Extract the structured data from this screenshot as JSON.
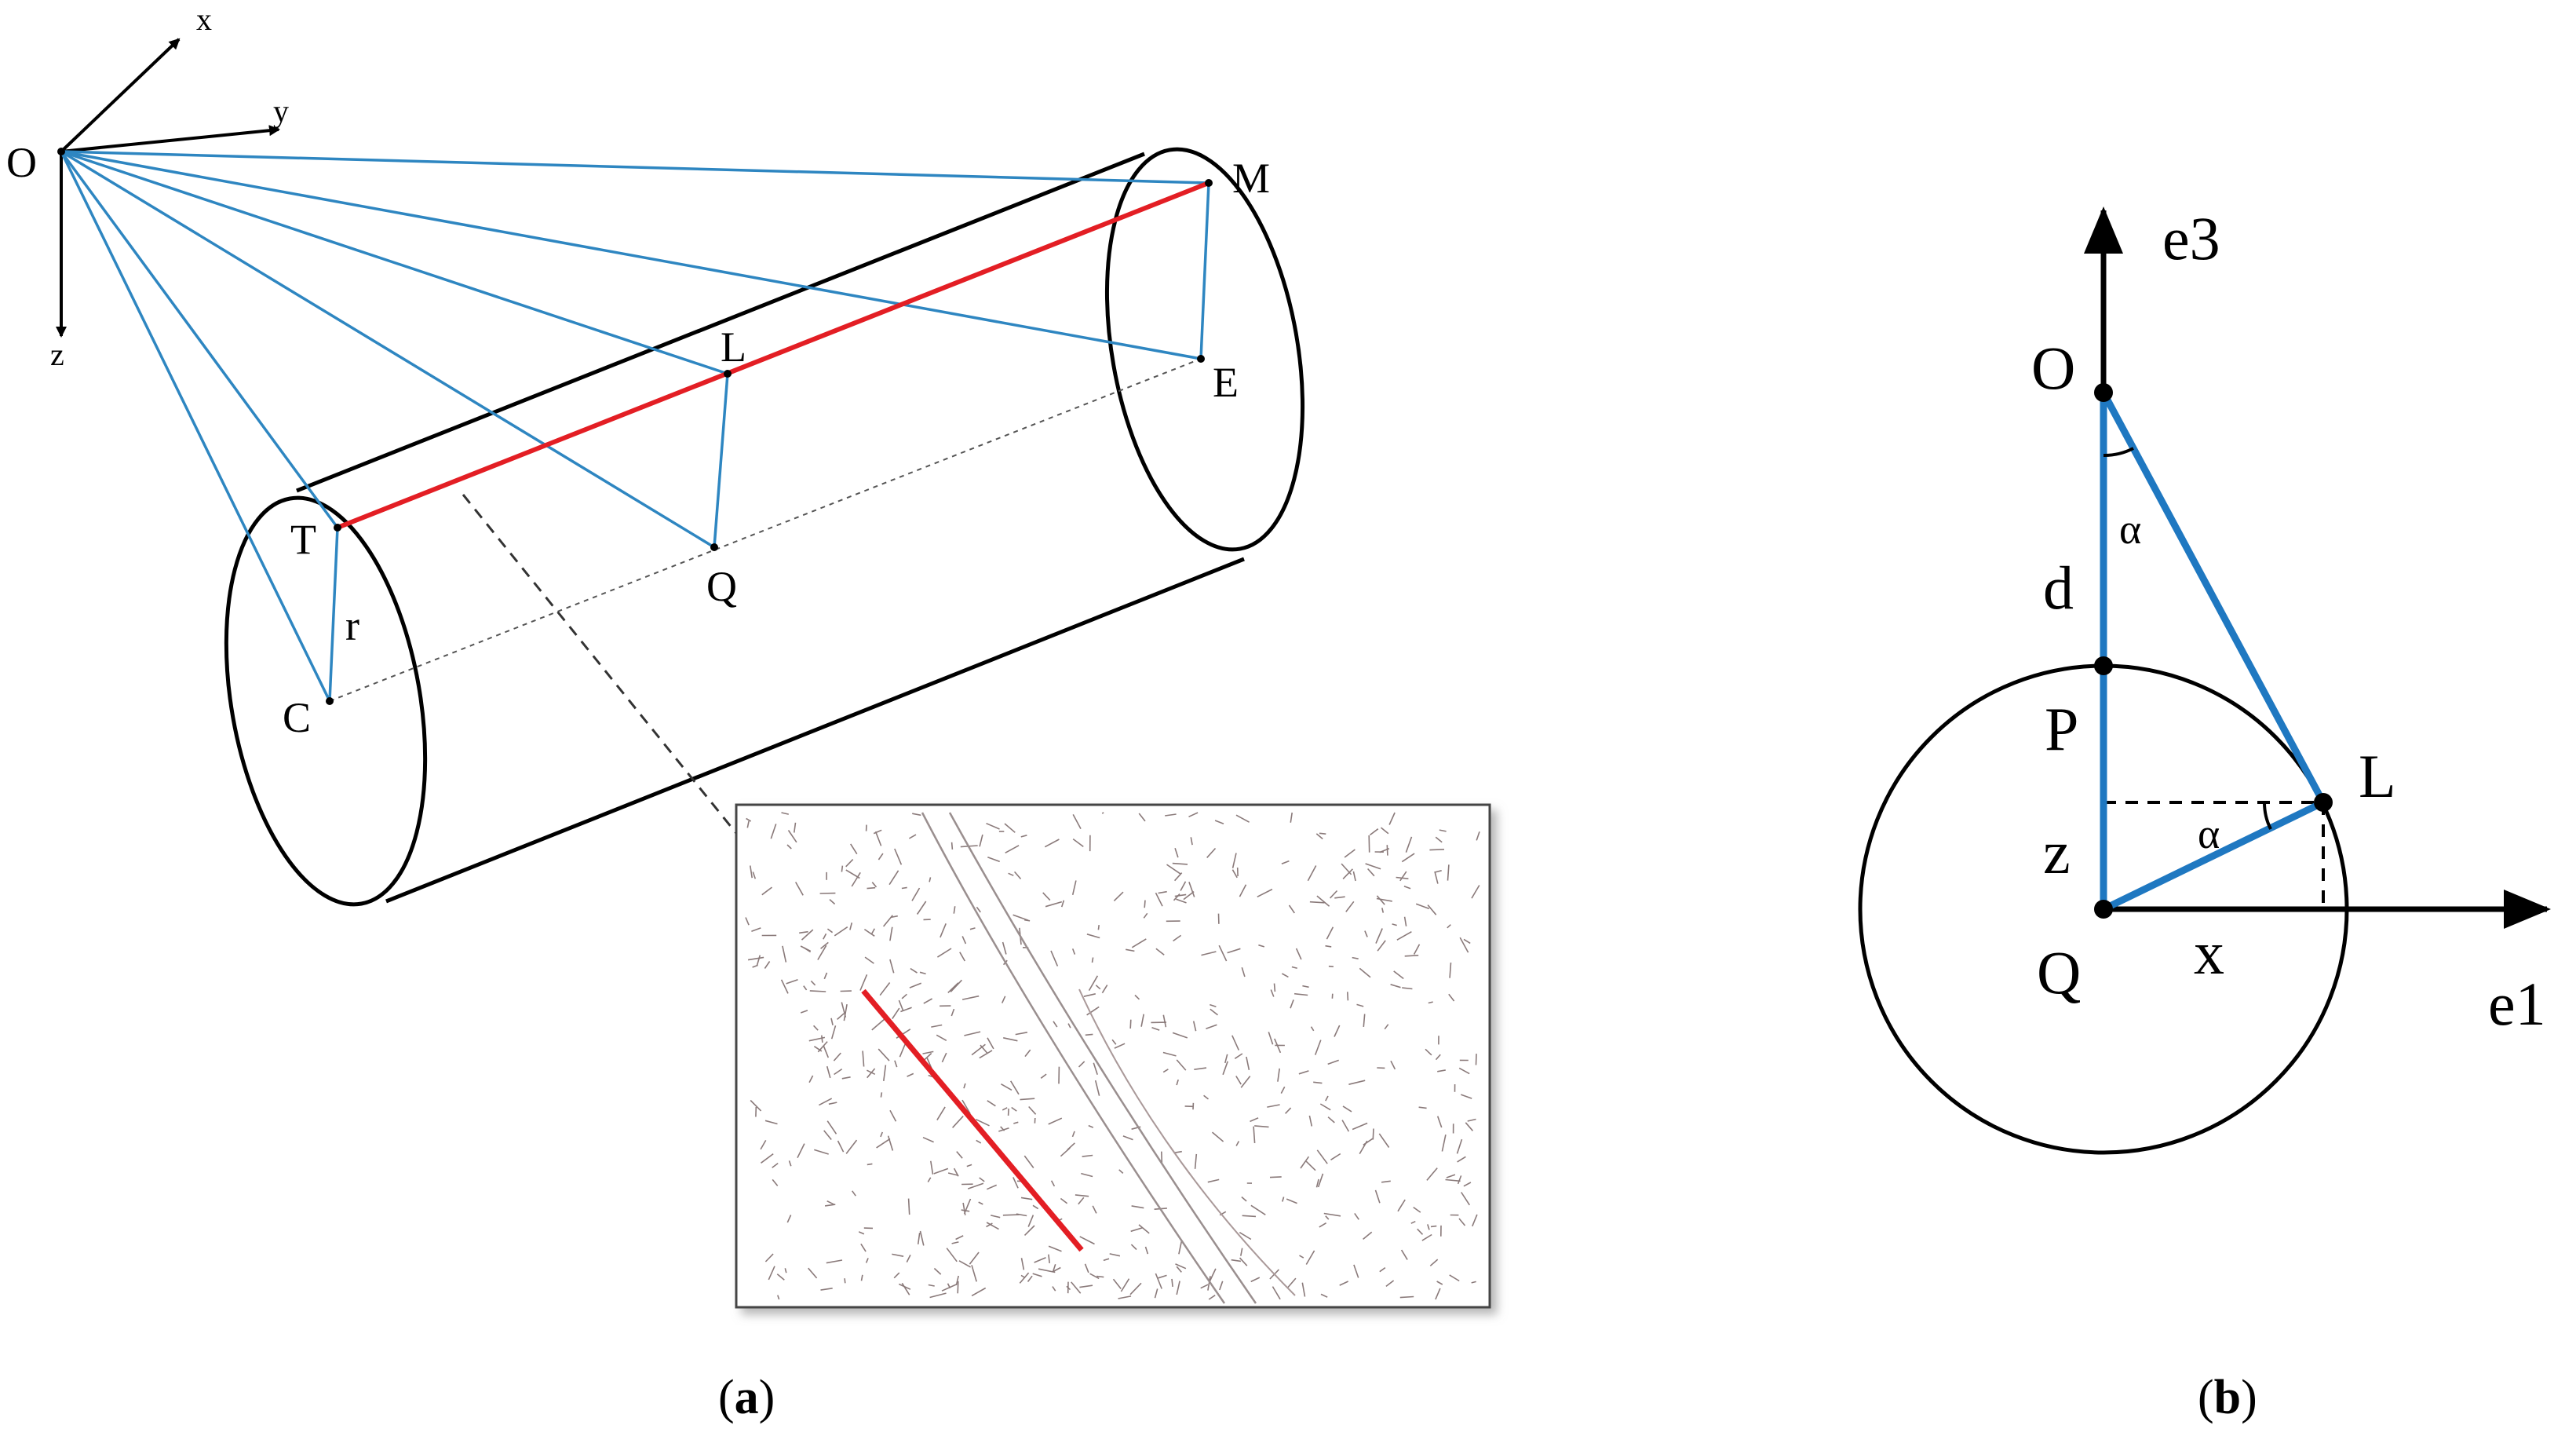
{
  "panel_a": {
    "caption_open": "(",
    "caption_letter": "a",
    "caption_close": ")",
    "axes": {
      "x": "x",
      "y": "y",
      "z": "z"
    },
    "points": {
      "O": "O",
      "M": "M",
      "E": "E",
      "L": "L",
      "T": "T",
      "Q": "Q",
      "C": "C",
      "r": "r"
    },
    "colors": {
      "projection_lines": "#2e86c1",
      "crest_line": "#e31e24",
      "outline": "#000000"
    },
    "inset": {
      "description_icon": "edge-map-image",
      "detected_line_color": "#e31e24"
    }
  },
  "panel_b": {
    "caption_open": "(",
    "caption_letter": "b",
    "caption_close": ")",
    "axes": {
      "vertical": "e3",
      "horizontal": "e1"
    },
    "points": {
      "O": "O",
      "P": "P",
      "Q": "Q",
      "L": "L"
    },
    "segments": {
      "d": "d",
      "z": "z",
      "x": "x"
    },
    "angle_top": "α",
    "angle_bottom": "α",
    "colors": {
      "geometry": "#1f78c1",
      "outline": "#000000"
    }
  }
}
